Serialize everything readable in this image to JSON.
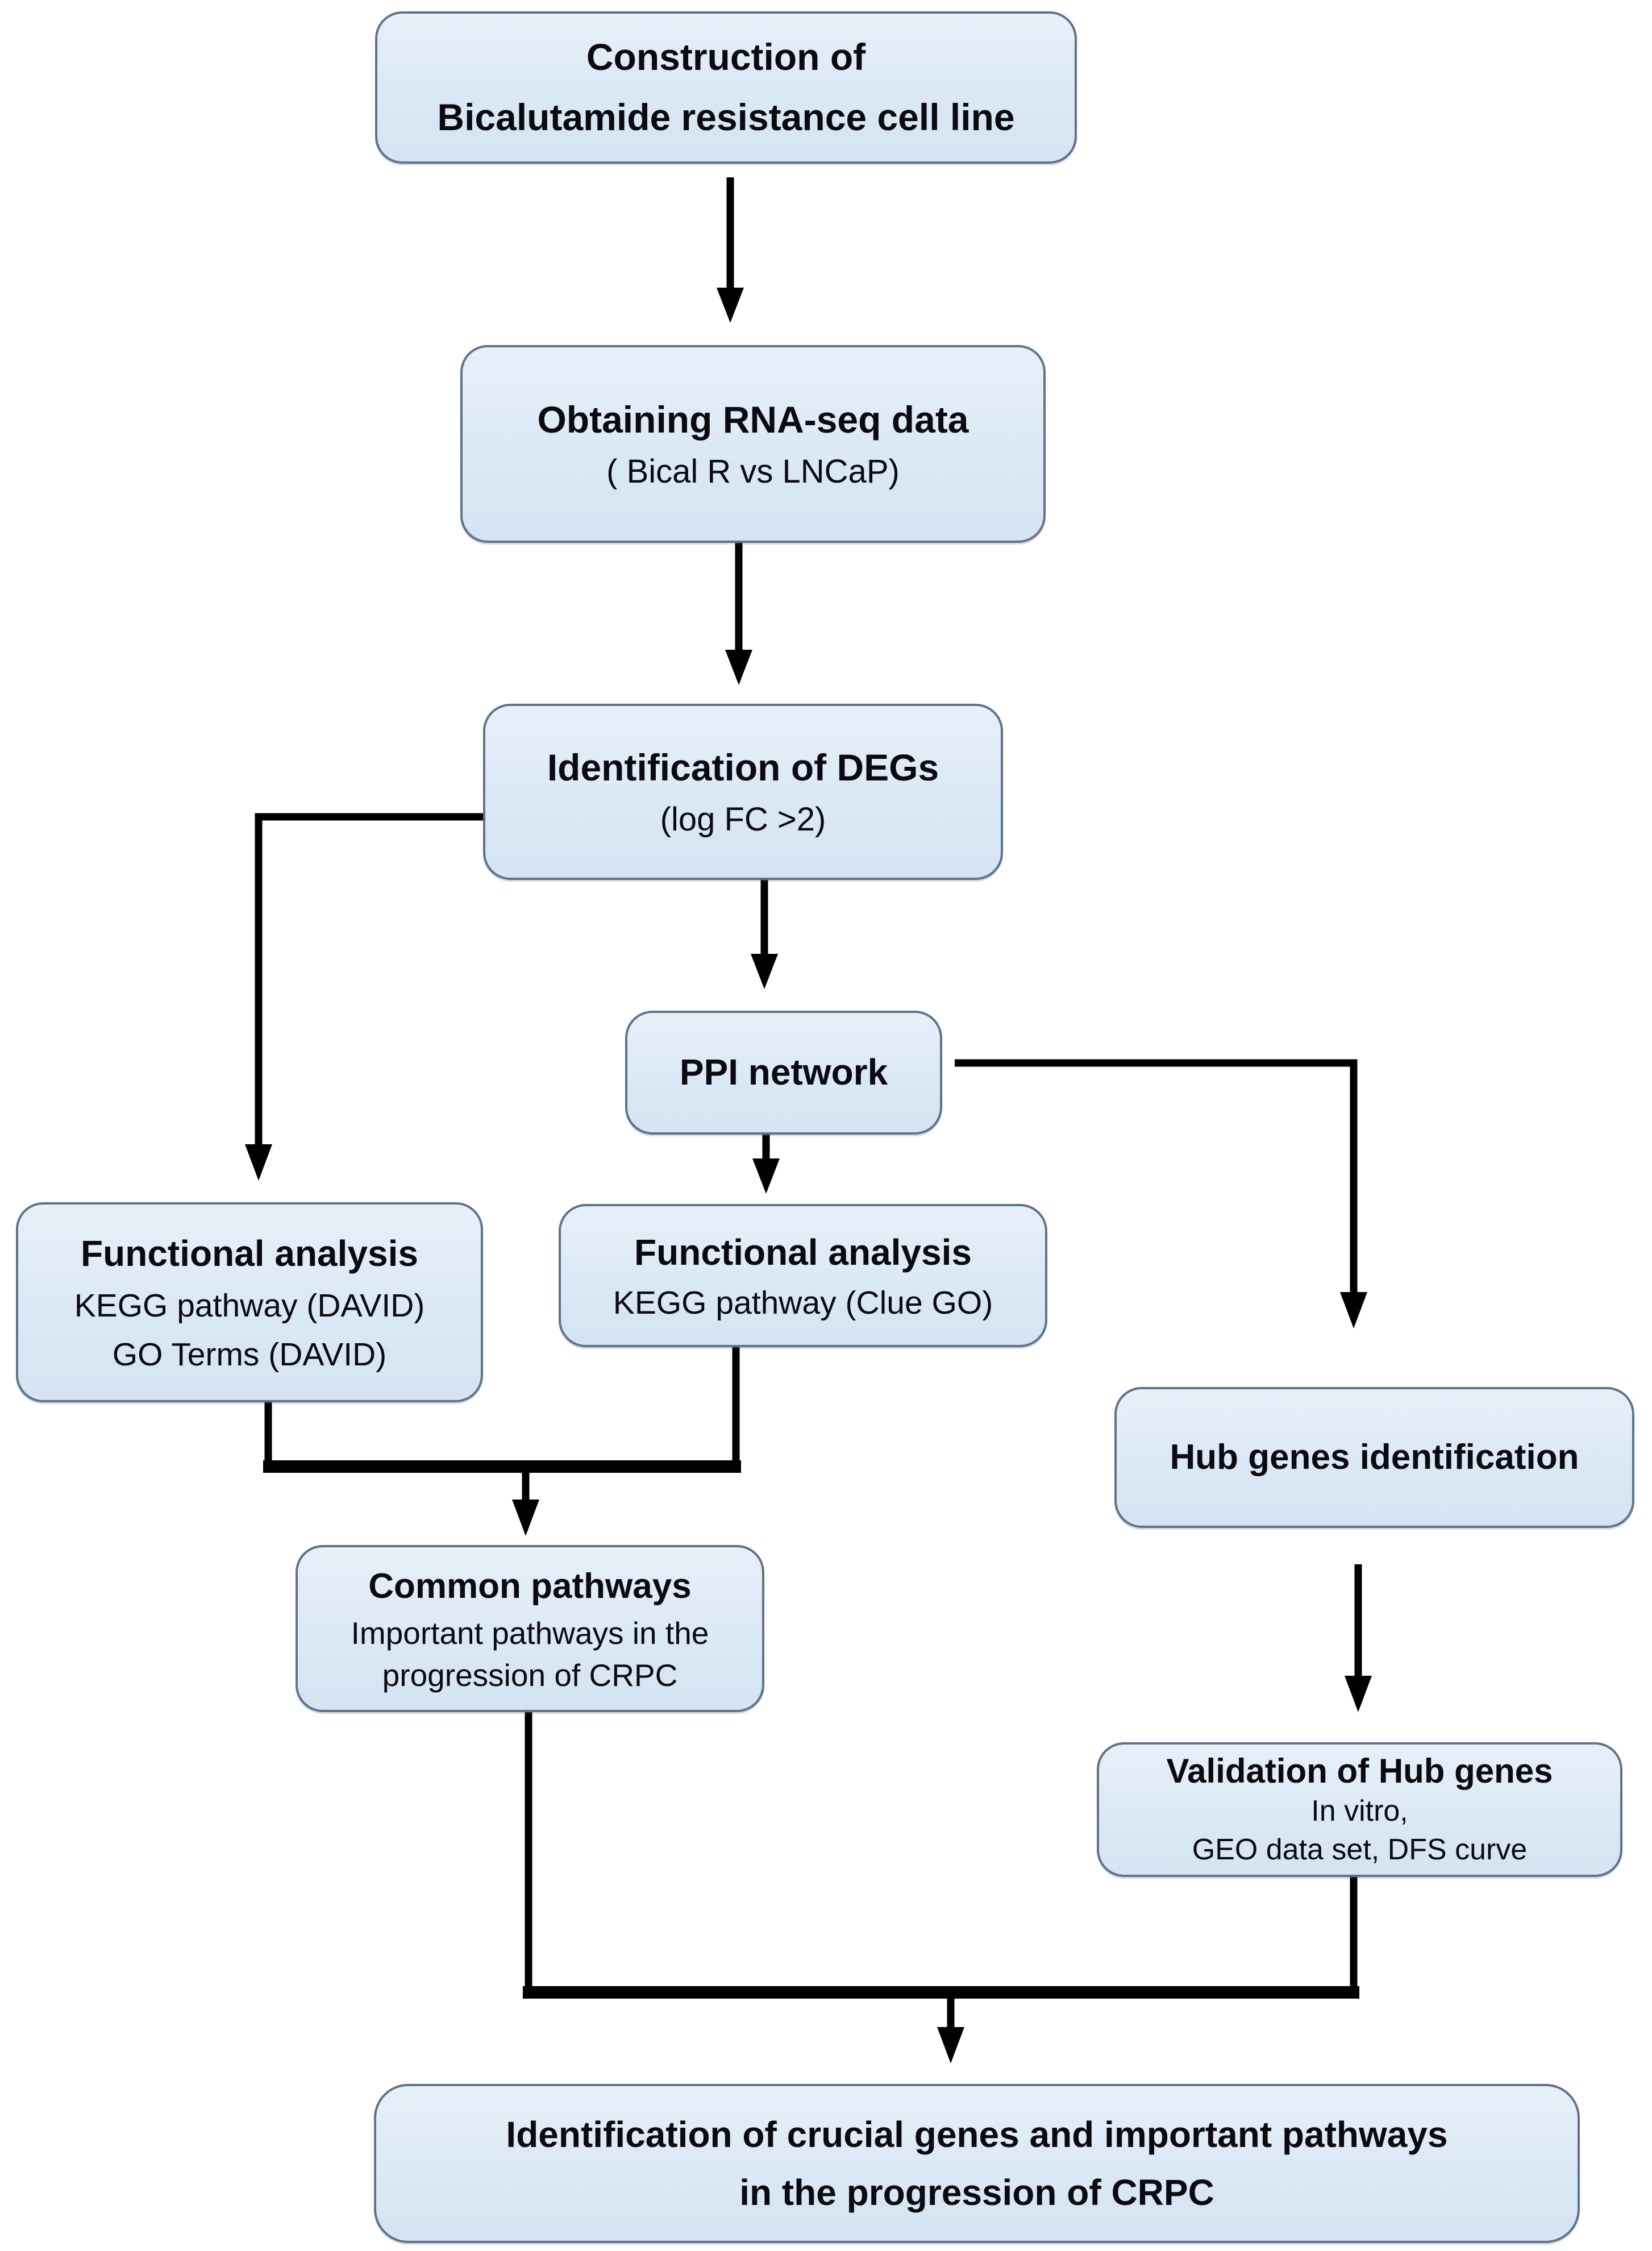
{
  "figure": {
    "type": "flowchart",
    "background_color": "#ffffff",
    "node_fill_color": "#dbe8f5",
    "node_border_color": "#5f7289",
    "connector_color": "#000000",
    "text_color": "#0a0a10",
    "nodes": {
      "construction": {
        "line1": "Construction of",
        "line2": "Bicalutamide resistance cell line"
      },
      "rnaseq": {
        "line1": "Obtaining RNA-seq data",
        "line2": "( Bical R vs LNCaP)"
      },
      "degs": {
        "line1": "Identification of DEGs",
        "line2": "(log FC >2)"
      },
      "ppi": {
        "line1": "PPI network"
      },
      "func_david": {
        "line1": "Functional analysis",
        "line2": "KEGG pathway (DAVID)",
        "line3": "GO Terms (DAVID)"
      },
      "func_cluego": {
        "line1": "Functional analysis",
        "line2": "KEGG pathway (Clue GO)"
      },
      "hub": {
        "line1": "Hub genes identification"
      },
      "common": {
        "line1": "Common pathways",
        "line2": "Important pathways in the",
        "line3": "progression of CRPC"
      },
      "validation": {
        "line1": "Validation of Hub genes",
        "line2": "In vitro,",
        "line3": "GEO data set, DFS curve"
      },
      "final": {
        "line1": "Identification of crucial genes and important pathways",
        "line2": "in the progression of CRPC"
      }
    },
    "edges": [
      {
        "from": "construction",
        "to": "rnaseq"
      },
      {
        "from": "rnaseq",
        "to": "degs"
      },
      {
        "from": "degs",
        "to": "ppi"
      },
      {
        "from": "degs",
        "to": "func_david"
      },
      {
        "from": "ppi",
        "to": "func_cluego"
      },
      {
        "from": "ppi",
        "to": "hub"
      },
      {
        "from": "func_david",
        "to": "common"
      },
      {
        "from": "func_cluego",
        "to": "common"
      },
      {
        "from": "hub",
        "to": "validation"
      },
      {
        "from": "common",
        "to": "final"
      },
      {
        "from": "validation",
        "to": "final"
      }
    ]
  }
}
